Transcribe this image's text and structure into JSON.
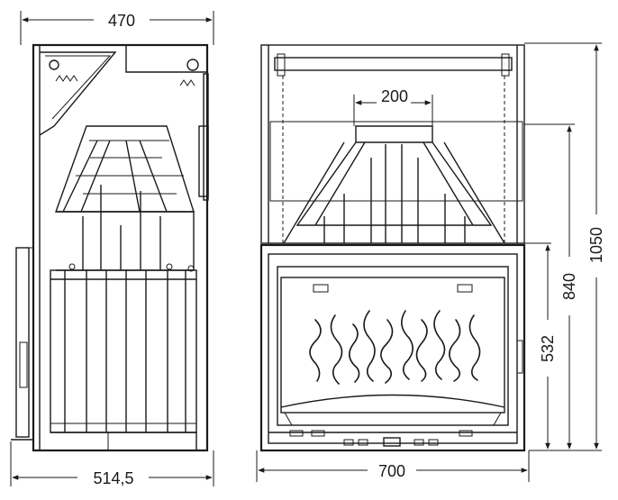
{
  "dimensions": {
    "side_top": "470",
    "side_bottom": "514,5",
    "front_damper": "200",
    "front_bottom": "700",
    "front_532": "532",
    "front_840": "840",
    "front_1050": "1050"
  }
}
